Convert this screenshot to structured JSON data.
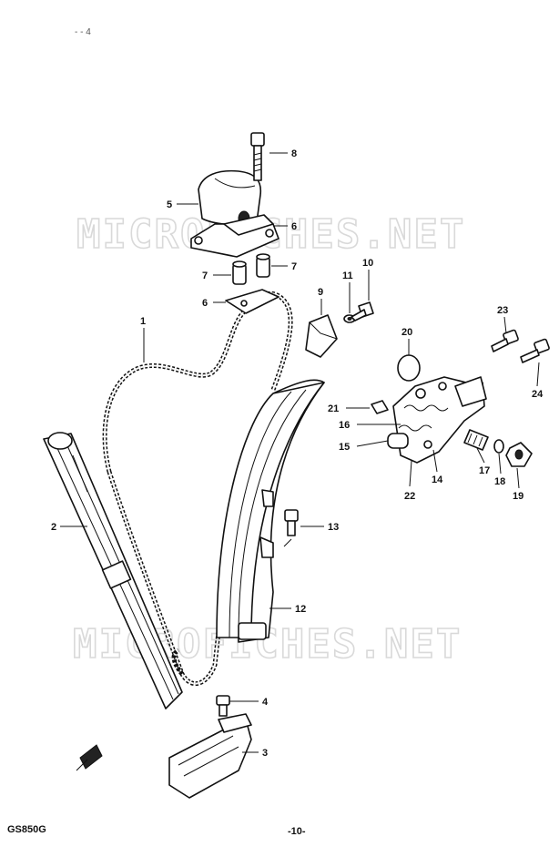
{
  "header": {
    "corner_mark": "- - 4"
  },
  "watermark": {
    "text_top": "MICROFICHES.NET",
    "text_bottom": "MICROFICHES.NET"
  },
  "footer": {
    "model_code": "GS850G",
    "page_number": "-10-"
  },
  "callouts": {
    "c1": "1",
    "c2": "2",
    "c3": "3",
    "c4": "4",
    "c5": "5",
    "c6a": "6",
    "c6b": "6",
    "c7a": "7",
    "c7b": "7",
    "c8": "8",
    "c9": "9",
    "c10": "10",
    "c11": "11",
    "c12": "12",
    "c13": "13",
    "c14": "14",
    "c15": "15",
    "c16": "16",
    "c17": "17",
    "c18": "18",
    "c19": "19",
    "c20": "20",
    "c21": "21",
    "c22": "22",
    "c23": "23",
    "c24": "24"
  },
  "icons": {
    "direction_arrow": "direction-arrow-icon"
  }
}
